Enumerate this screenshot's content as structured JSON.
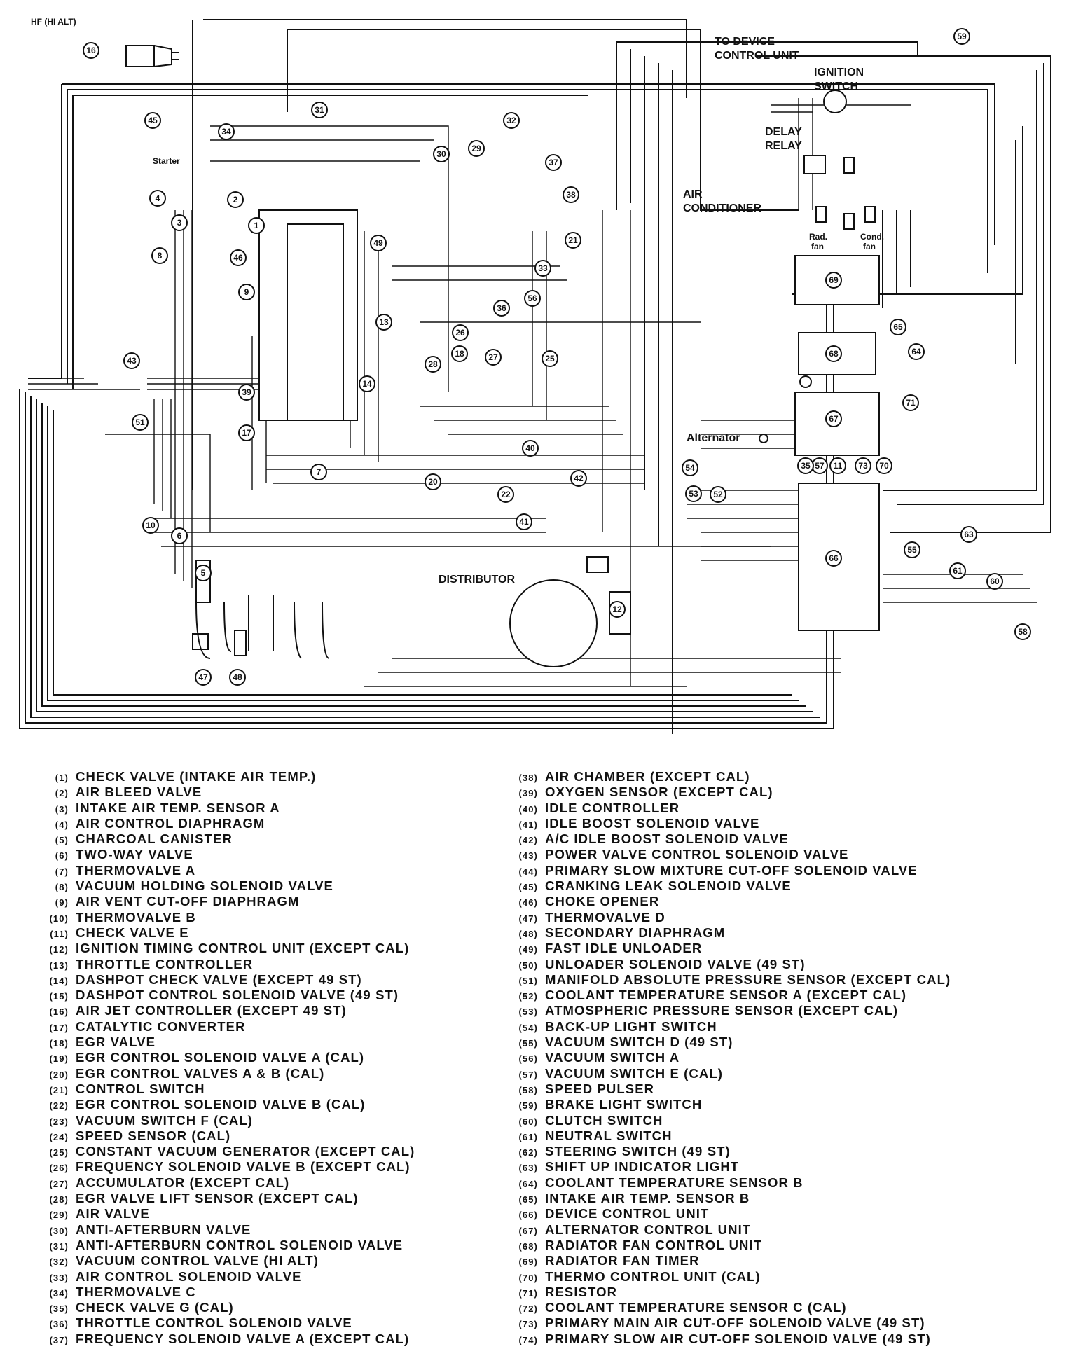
{
  "diagram": {
    "corner_label": "HF (HI ALT)",
    "labels": {
      "to_device": [
        "TO DEVICE",
        "CONTROL UNIT"
      ],
      "ignition": [
        "IGNITION",
        "SWITCH"
      ],
      "delay": [
        "DELAY",
        "RELAY"
      ],
      "aircon": [
        "AIR",
        "CONDITIONER"
      ],
      "starter": "Starter",
      "distributor": "DISTRIBUTOR",
      "alternator": "Alternator",
      "rad_fan": [
        "Rad.",
        "fan"
      ],
      "cond_fan": [
        "Cond.",
        "fan"
      ]
    },
    "markers": [
      "16",
      "45",
      "31",
      "34",
      "32",
      "37",
      "30",
      "29",
      "38",
      "4",
      "2",
      "3",
      "1",
      "8",
      "46",
      "9",
      "49",
      "21",
      "33",
      "36",
      "56",
      "13",
      "26",
      "28",
      "18",
      "27",
      "25",
      "43",
      "39",
      "17",
      "51",
      "14",
      "7",
      "40",
      "20",
      "42",
      "22",
      "41",
      "10",
      "6",
      "5",
      "47",
      "48",
      "12",
      "59",
      "69",
      "68",
      "65",
      "64",
      "67",
      "71",
      "54",
      "52",
      "53",
      "66",
      "57",
      "55",
      "63",
      "61",
      "60",
      "58",
      "73",
      "70",
      "11",
      "35"
    ]
  },
  "legend": [
    {
      "n": "1",
      "text": "CHECK VALVE (INTAKE AIR TEMP.)"
    },
    {
      "n": "2",
      "text": "AIR BLEED VALVE"
    },
    {
      "n": "3",
      "text": "INTAKE AIR TEMP. SENSOR A"
    },
    {
      "n": "4",
      "text": "AIR CONTROL DIAPHRAGM"
    },
    {
      "n": "5",
      "text": "CHARCOAL CANISTER"
    },
    {
      "n": "6",
      "text": "TWO-WAY VALVE"
    },
    {
      "n": "7",
      "text": "THERMOVALVE A"
    },
    {
      "n": "8",
      "text": "VACUUM HOLDING SOLENOID VALVE"
    },
    {
      "n": "9",
      "text": "AIR VENT CUT-OFF DIAPHRAGM"
    },
    {
      "n": "10",
      "text": "THERMOVALVE B"
    },
    {
      "n": "11",
      "text": "CHECK VALVE E"
    },
    {
      "n": "12",
      "text": "IGNITION TIMING CONTROL UNIT (EXCEPT CAL)"
    },
    {
      "n": "13",
      "text": "THROTTLE CONTROLLER"
    },
    {
      "n": "14",
      "text": "DASHPOT CHECK VALVE (EXCEPT 49 ST)"
    },
    {
      "n": "15",
      "text": "DASHPOT CONTROL SOLENOID VALVE (49 ST)"
    },
    {
      "n": "16",
      "text": "AIR JET CONTROLLER (EXCEPT 49 ST)"
    },
    {
      "n": "17",
      "text": "CATALYTIC CONVERTER"
    },
    {
      "n": "18",
      "text": "EGR VALVE"
    },
    {
      "n": "19",
      "text": "EGR CONTROL SOLENOID VALVE A (CAL)"
    },
    {
      "n": "20",
      "text": "EGR CONTROL VALVES A & B (CAL)"
    },
    {
      "n": "21",
      "text": "CONTROL SWITCH"
    },
    {
      "n": "22",
      "text": "EGR CONTROL SOLENOID VALVE B (CAL)"
    },
    {
      "n": "23",
      "text": "VACUUM SWITCH F (CAL)"
    },
    {
      "n": "24",
      "text": "SPEED SENSOR (CAL)"
    },
    {
      "n": "25",
      "text": "CONSTANT VACUUM GENERATOR (EXCEPT CAL)"
    },
    {
      "n": "26",
      "text": "FREQUENCY SOLENOID VALVE B (EXCEPT CAL)"
    },
    {
      "n": "27",
      "text": "ACCUMULATOR (EXCEPT CAL)"
    },
    {
      "n": "28",
      "text": "EGR VALVE LIFT SENSOR (EXCEPT CAL)"
    },
    {
      "n": "29",
      "text": "AIR VALVE"
    },
    {
      "n": "30",
      "text": "ANTI-AFTERBURN VALVE"
    },
    {
      "n": "31",
      "text": "ANTI-AFTERBURN CONTROL SOLENOID VALVE"
    },
    {
      "n": "32",
      "text": "VACUUM CONTROL VALVE (HI ALT)"
    },
    {
      "n": "33",
      "text": "AIR CONTROL SOLENOID VALVE"
    },
    {
      "n": "34",
      "text": "THERMOVALVE C"
    },
    {
      "n": "35",
      "text": "CHECK VALVE G (CAL)"
    },
    {
      "n": "36",
      "text": "THROTTLE CONTROL SOLENOID VALVE"
    },
    {
      "n": "37",
      "text": "FREQUENCY SOLENOID VALVE A (EXCEPT CAL)"
    },
    {
      "n": "38",
      "text": "AIR CHAMBER (EXCEPT CAL)"
    },
    {
      "n": "39",
      "text": "OXYGEN SENSOR (EXCEPT CAL)"
    },
    {
      "n": "40",
      "text": "IDLE CONTROLLER"
    },
    {
      "n": "41",
      "text": "IDLE BOOST SOLENOID VALVE"
    },
    {
      "n": "42",
      "text": "A/C IDLE BOOST SOLENOID VALVE"
    },
    {
      "n": "43",
      "text": "POWER VALVE CONTROL SOLENOID VALVE"
    },
    {
      "n": "44",
      "text": "PRIMARY SLOW MIXTURE CUT-OFF SOLENOID VALVE"
    },
    {
      "n": "45",
      "text": "CRANKING LEAK SOLENOID VALVE"
    },
    {
      "n": "46",
      "text": "CHOKE OPENER"
    },
    {
      "n": "47",
      "text": "THERMOVALVE D"
    },
    {
      "n": "48",
      "text": "SECONDARY DIAPHRAGM"
    },
    {
      "n": "49",
      "text": "FAST IDLE UNLOADER"
    },
    {
      "n": "50",
      "text": "UNLOADER SOLENOID VALVE (49 ST)"
    },
    {
      "n": "51",
      "text": "MANIFOLD ABSOLUTE PRESSURE SENSOR (EXCEPT CAL)"
    },
    {
      "n": "52",
      "text": "COOLANT TEMPERATURE SENSOR A (EXCEPT CAL)"
    },
    {
      "n": "53",
      "text": "ATMOSPHERIC PRESSURE SENSOR (EXCEPT CAL)"
    },
    {
      "n": "54",
      "text": "BACK-UP LIGHT SWITCH"
    },
    {
      "n": "55",
      "text": "VACUUM SWITCH D (49 ST)"
    },
    {
      "n": "56",
      "text": "VACUUM SWITCH A"
    },
    {
      "n": "57",
      "text": "VACUUM SWITCH E (CAL)"
    },
    {
      "n": "58",
      "text": "SPEED PULSER"
    },
    {
      "n": "59",
      "text": "BRAKE LIGHT SWITCH"
    },
    {
      "n": "60",
      "text": "CLUTCH SWITCH"
    },
    {
      "n": "61",
      "text": "NEUTRAL SWITCH"
    },
    {
      "n": "62",
      "text": "STEERING SWITCH (49 ST)"
    },
    {
      "n": "63",
      "text": "SHIFT UP INDICATOR LIGHT"
    },
    {
      "n": "64",
      "text": "COOLANT TEMPERATURE SENSOR B"
    },
    {
      "n": "65",
      "text": "INTAKE AIR TEMP. SENSOR B"
    },
    {
      "n": "66",
      "text": "DEVICE CONTROL UNIT"
    },
    {
      "n": "67",
      "text": "ALTERNATOR CONTROL UNIT"
    },
    {
      "n": "68",
      "text": "RADIATOR FAN CONTROL UNIT"
    },
    {
      "n": "69",
      "text": "RADIATOR FAN TIMER"
    },
    {
      "n": "70",
      "text": "THERMO CONTROL UNIT (CAL)"
    },
    {
      "n": "71",
      "text": "RESISTOR"
    },
    {
      "n": "72",
      "text": "COOLANT TEMPERATURE SENSOR C (CAL)"
    },
    {
      "n": "73",
      "text": "PRIMARY MAIN AIR CUT-OFF SOLENOID VALVE (49 ST)"
    },
    {
      "n": "74",
      "text": "PRIMARY SLOW AIR CUT-OFF SOLENOID VALVE (49 ST)"
    }
  ]
}
